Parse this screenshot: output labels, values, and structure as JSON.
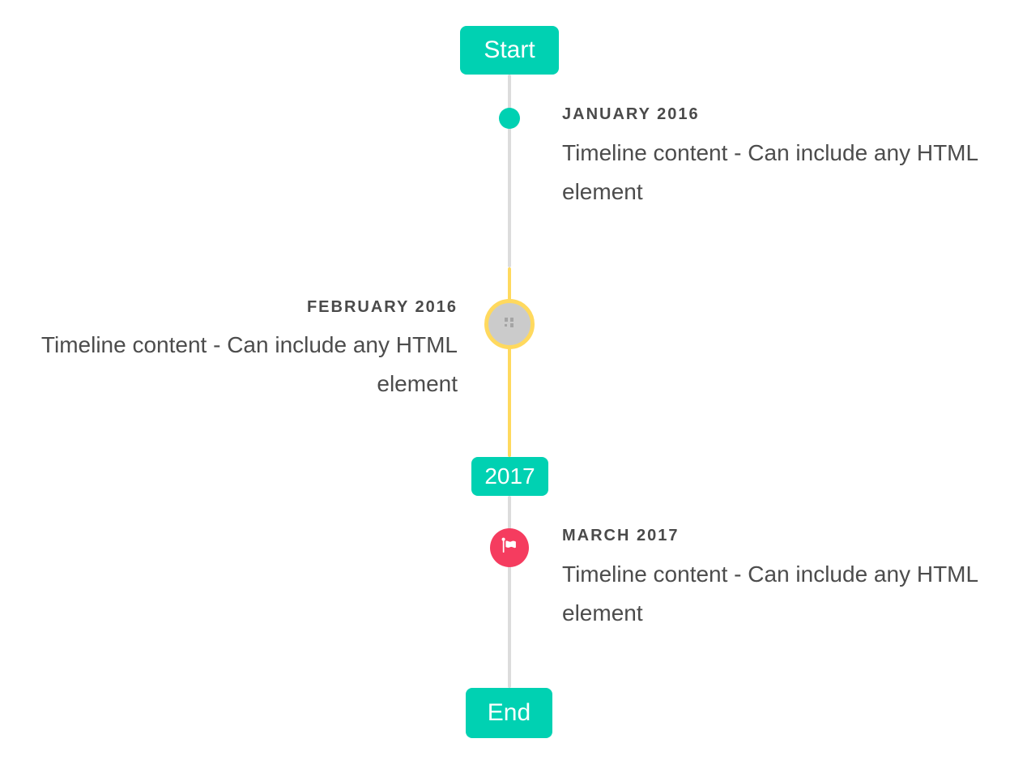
{
  "colors": {
    "accent_teal": "#00d1b2",
    "highlight_yellow": "#ffd95e",
    "marker_pink": "#f53c5f",
    "line_gray": "#dcdcdc",
    "image_circle_gray": "#cbcbcb",
    "title_text": "#4a4a4a",
    "content_text": "#4c4c4c",
    "flag_text": "#ffffff"
  },
  "timeline": {
    "start_label": "Start",
    "end_label": "End",
    "year_badge_label": "2017",
    "items": [
      {
        "period": "JANUARY 2016",
        "content": "Timeline content - Can include any HTML element",
        "side": "right",
        "marker": "teal-dot"
      },
      {
        "period": "FEBRUARY 2016",
        "content": "Timeline content - Can include any HTML element",
        "side": "left",
        "marker": "broken-image-circle-highlighted"
      },
      {
        "period": "MARCH 2017",
        "content": "Timeline content - Can include any HTML element",
        "side": "right",
        "marker": "pink-flag-circle"
      }
    ],
    "icons": {
      "february_marker": "broken-image-icon",
      "march_marker": "flag-icon"
    }
  }
}
